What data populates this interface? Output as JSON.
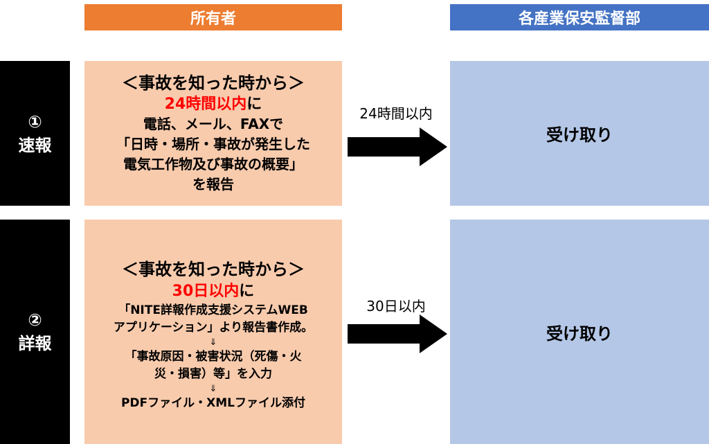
{
  "headers": {
    "owner": "所有者",
    "department": "各産業保安監督部"
  },
  "rows": [
    {
      "number": "①",
      "label": "速報",
      "owner": {
        "heading": "＜事故を知った時から＞",
        "deadline": "24時間以内",
        "deadline_suffix": "に",
        "lines": [
          "電話、メール、FAXで",
          "「日時・場所・事故が発生した",
          "電気工作物及び事故の概要」",
          "を報告"
        ]
      },
      "time_label": "24時間以内",
      "department": "受け取り"
    },
    {
      "number": "②",
      "label": "詳報",
      "owner": {
        "heading": "＜事故を知った時から＞",
        "deadline": "30日以内",
        "deadline_suffix": "に",
        "lines": [
          "「NITE詳報作成支援システムWEB",
          "アプリケーション」より報告書作成。",
          "⇓",
          "「事故原因・被害状況（死傷・火",
          "災・損害）等」を入力",
          "⇓",
          "PDFファイル・XMLファイル添付"
        ]
      },
      "time_label": "30日以内",
      "department": "受け取り"
    }
  ],
  "colors": {
    "owner_header": "#ed7d31",
    "department_header": "#4472c4",
    "owner_box": "#f8cbad",
    "department_box": "#b4c7e7",
    "side_label": "#000000",
    "deadline_text": "#ff0000"
  }
}
